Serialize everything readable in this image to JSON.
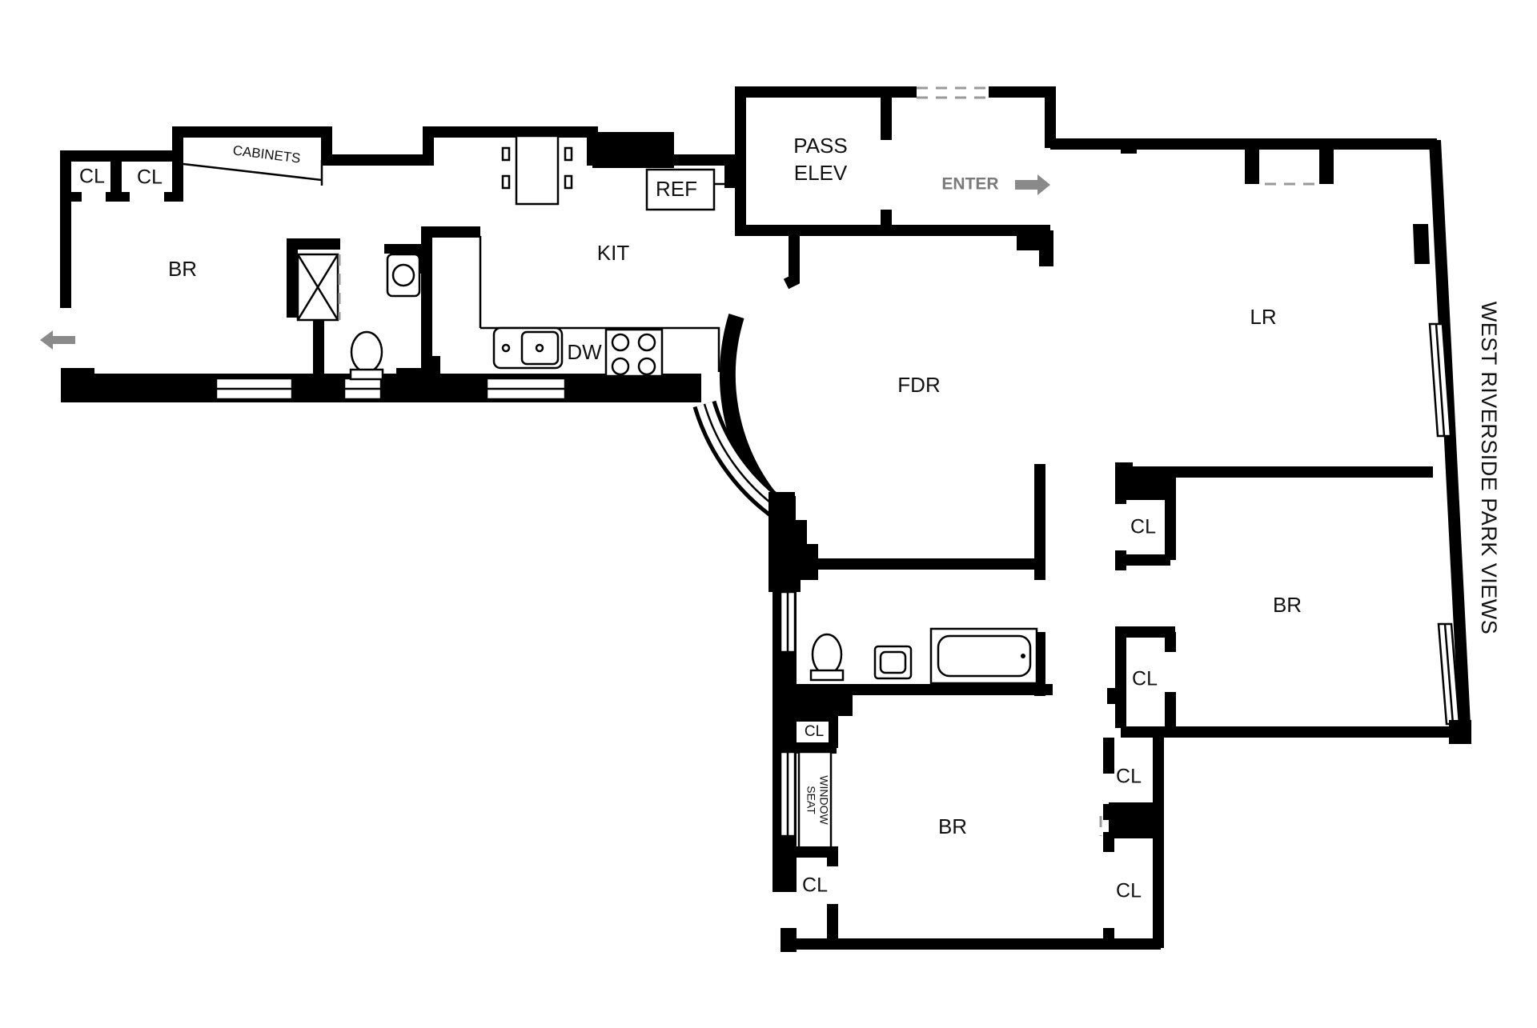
{
  "labels": {
    "br_west": "BR",
    "cl_west_1": "CL",
    "cl_west_2": "CL",
    "cabinets": "CABINETS",
    "kit": "KIT",
    "ref": "REF",
    "dw": "DW",
    "pass_elev_line1": "PASS",
    "pass_elev_line2": "ELEV",
    "enter": "ENTER",
    "fdr": "FDR",
    "lr": "LR",
    "street": "WEST RIVERSIDE PARK VIEWS",
    "cl_mid": "CL",
    "br_east": "BR",
    "cl_east_lower": "CL",
    "cl_bath": "CL",
    "window_seat_line1": "WINDOW",
    "window_seat_line2": "SEAT",
    "cl_sw": "CL",
    "br_south": "BR",
    "cl_se_upper": "CL",
    "cl_se_lower": "CL"
  },
  "colors": {
    "wall": "#000000",
    "background": "#ffffff",
    "arrow": "#8a8a8a"
  },
  "icons": {
    "exit_arrow": "arrow-left-icon",
    "entry_arrow": "arrow-right-icon"
  }
}
